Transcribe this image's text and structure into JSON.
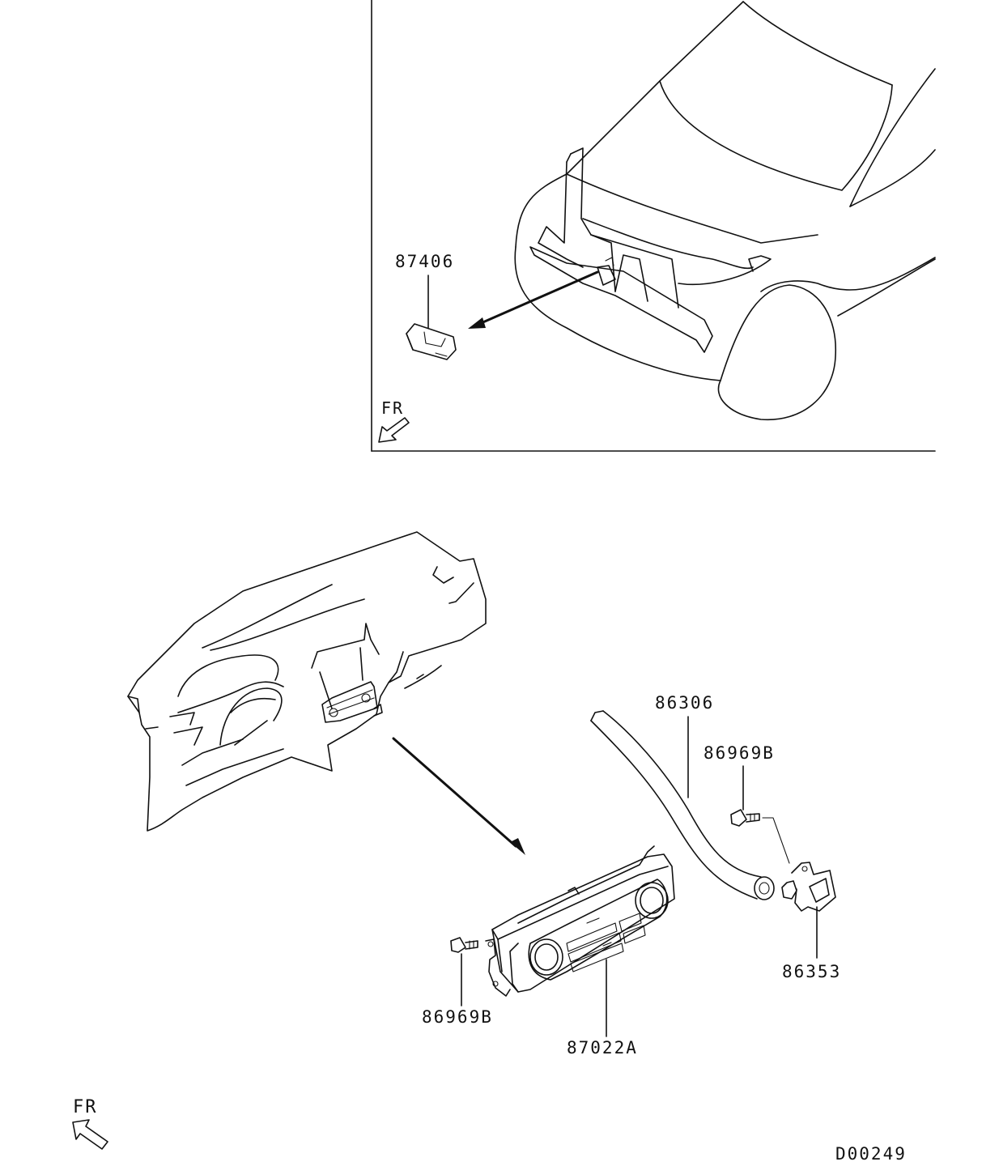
{
  "inset": {
    "part_label": "87406",
    "fr_label": "FR"
  },
  "main": {
    "labels": {
      "hose": "86306",
      "screw_right": "86969B",
      "screw_left": "86969B",
      "control_unit": "87022A",
      "sensor": "86353"
    },
    "fr_label": "FR"
  },
  "diagram_id": "D00249",
  "colors": {
    "line": "#111111",
    "background": "#ffffff"
  }
}
